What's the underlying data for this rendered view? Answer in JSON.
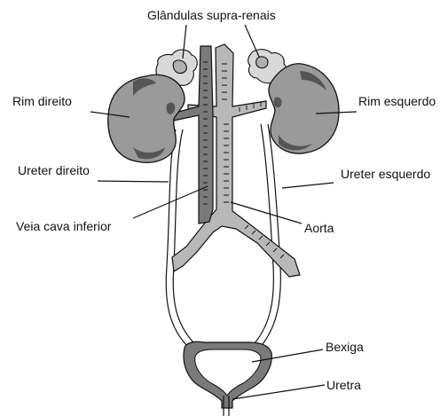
{
  "labels": {
    "adrenal": "Glândulas supra-renais",
    "right_kidney": "Rim direito",
    "left_kidney": "Rim esquerdo",
    "right_ureter": "Ureter direito",
    "left_ureter": "Ureter esquerdo",
    "vena_cava": "Veia cava inferior",
    "aorta": "Aorta",
    "bladder": "Bexiga",
    "urethra": "Uretra"
  },
  "colors": {
    "kidney_fill": "#9a9a9a",
    "kidney_dark": "#555555",
    "adrenal_fill": "#d9d9d9",
    "vena_cava": "#7a7a7a",
    "aorta": "#b8b8b8",
    "bladder": "#7a7a7a",
    "line": "#111111"
  }
}
